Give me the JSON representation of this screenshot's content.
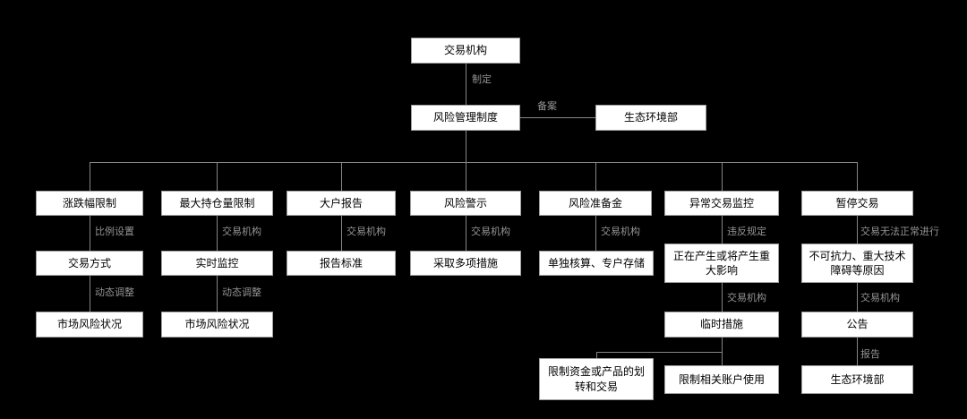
{
  "diagram": {
    "background_color": "#000000",
    "node_fill": "#ffffff",
    "node_border": "#a0a0a0",
    "node_text_color": "#000000",
    "connector_color": "#858585",
    "edge_label_color": "#949494"
  },
  "nodes": {
    "trade_org_top": "交易机构",
    "risk_mgmt": "风险管理制度",
    "eco_env_top": "生态环境部",
    "price_limit": "涨跌幅限制",
    "max_position": "最大持仓量限制",
    "large_holder_report": "大户报告",
    "risk_warning": "风险警示",
    "risk_reserve": "风险准备金",
    "abnormal_monitor": "异常交易监控",
    "suspend_trading": "暂停交易",
    "trade_method": "交易方式",
    "realtime_monitor": "实时监控",
    "report_standard": "报告标准",
    "multi_measures": "采取多项措施",
    "separate_accounting": "单独核算、专户存储",
    "major_impact": "正在产生或将产生重大影响",
    "force_majeure": "不可抗力、重大技术障碍等原因",
    "market_risk_1": "市场风险状况",
    "market_risk_2": "市场风险状况",
    "temp_measures": "临时措施",
    "announcement": "公告",
    "restrict_transfer": "限制资金或产品的划转和交易",
    "restrict_account": "限制相关账户使用",
    "eco_env_bottom": "生态环境部"
  },
  "edge_labels": {
    "formulate": "制定",
    "filing": "备案",
    "ratio_setting": "比例设置",
    "trade_org_1": "交易机构",
    "trade_org_2": "交易机构",
    "trade_org_3": "交易机构",
    "trade_org_4": "交易机构",
    "violate_rules": "违反规定",
    "cannot_trade": "交易无法正常进行",
    "dynamic_adjust_1": "动态调整",
    "dynamic_adjust_2": "动态调整",
    "trade_org_5": "交易机构",
    "trade_org_6": "交易机构",
    "report": "报告"
  }
}
